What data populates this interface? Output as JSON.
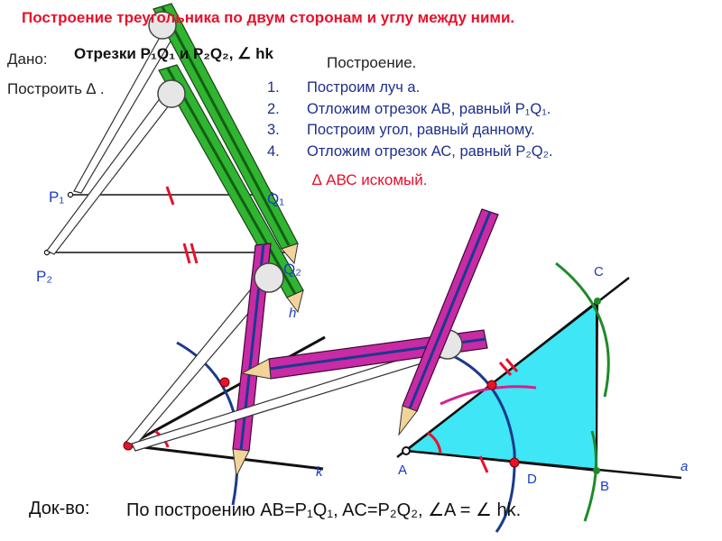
{
  "title": "Построение треугольника по двум сторонам и углу между ними.",
  "given": {
    "label": "Дано:",
    "text": "Отрезки P₁Q₁ и P₂Q₂, ∠ hk"
  },
  "build": {
    "label": "Построить ∆ ."
  },
  "construction": {
    "title": "Построение.",
    "steps": [
      {
        "num": "1.",
        "text": "Построим луч а."
      },
      {
        "num": "2.",
        "text": "Отложим отрезок АВ, равный P₁Q₁."
      },
      {
        "num": "3.",
        "text": "Построим угол, равный данному."
      },
      {
        "num": "4.",
        "text": "Отложим отрезок АС, равный P₂Q₂."
      }
    ]
  },
  "result": "∆ АВС искомый.",
  "proof": {
    "label": "Док-во:",
    "text": "По построению AB=P₁Q₁, AC=P₂Q₂, ∠A = ∠ hk."
  },
  "figure_labels": {
    "p1": "P₁",
    "q1": "Q₁",
    "p2": "P₂",
    "q2": "Q₂",
    "h": "h",
    "k": "k",
    "a_point": "A",
    "b_point": "B",
    "c_point": "C",
    "d_point": "D",
    "ray_a": "a"
  },
  "colors": {
    "title_red": "#e8102a",
    "step_blue": "#1d2f8a",
    "label_blue": "#1a3cc8",
    "triangle_fill": "#3fe6f5",
    "arc_green": "#1f8a2a",
    "arc_navy": "#1b3a8c",
    "arc_magenta": "#d4208f",
    "pencil_green": "#2fb52f",
    "pencil_magenta": "#c92aa6"
  }
}
